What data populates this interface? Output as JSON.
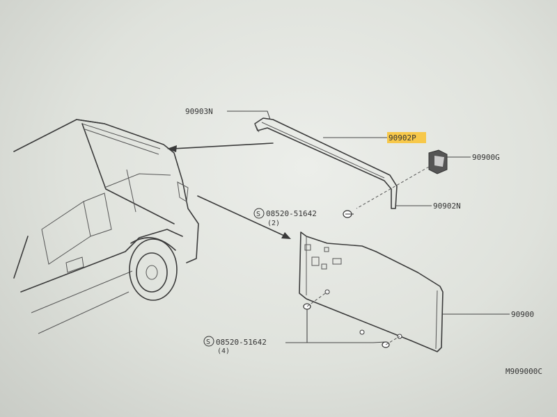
{
  "labels": {
    "p90903N": "90903N",
    "p90902P": "90902P",
    "p90900G": "90900G",
    "p90902N": "90902N",
    "screw_top": "08520-51642",
    "screw_top_qty": "(2)",
    "p90900": "90900",
    "screw_bottom": "08520-51642",
    "screw_bottom_qty": "(4)",
    "diagram_id": "M909000C",
    "screw_symbol": "S"
  },
  "colors": {
    "highlight": "#f7c84a",
    "ink": "#3a3a3a",
    "paper": "#e6e8e3"
  }
}
